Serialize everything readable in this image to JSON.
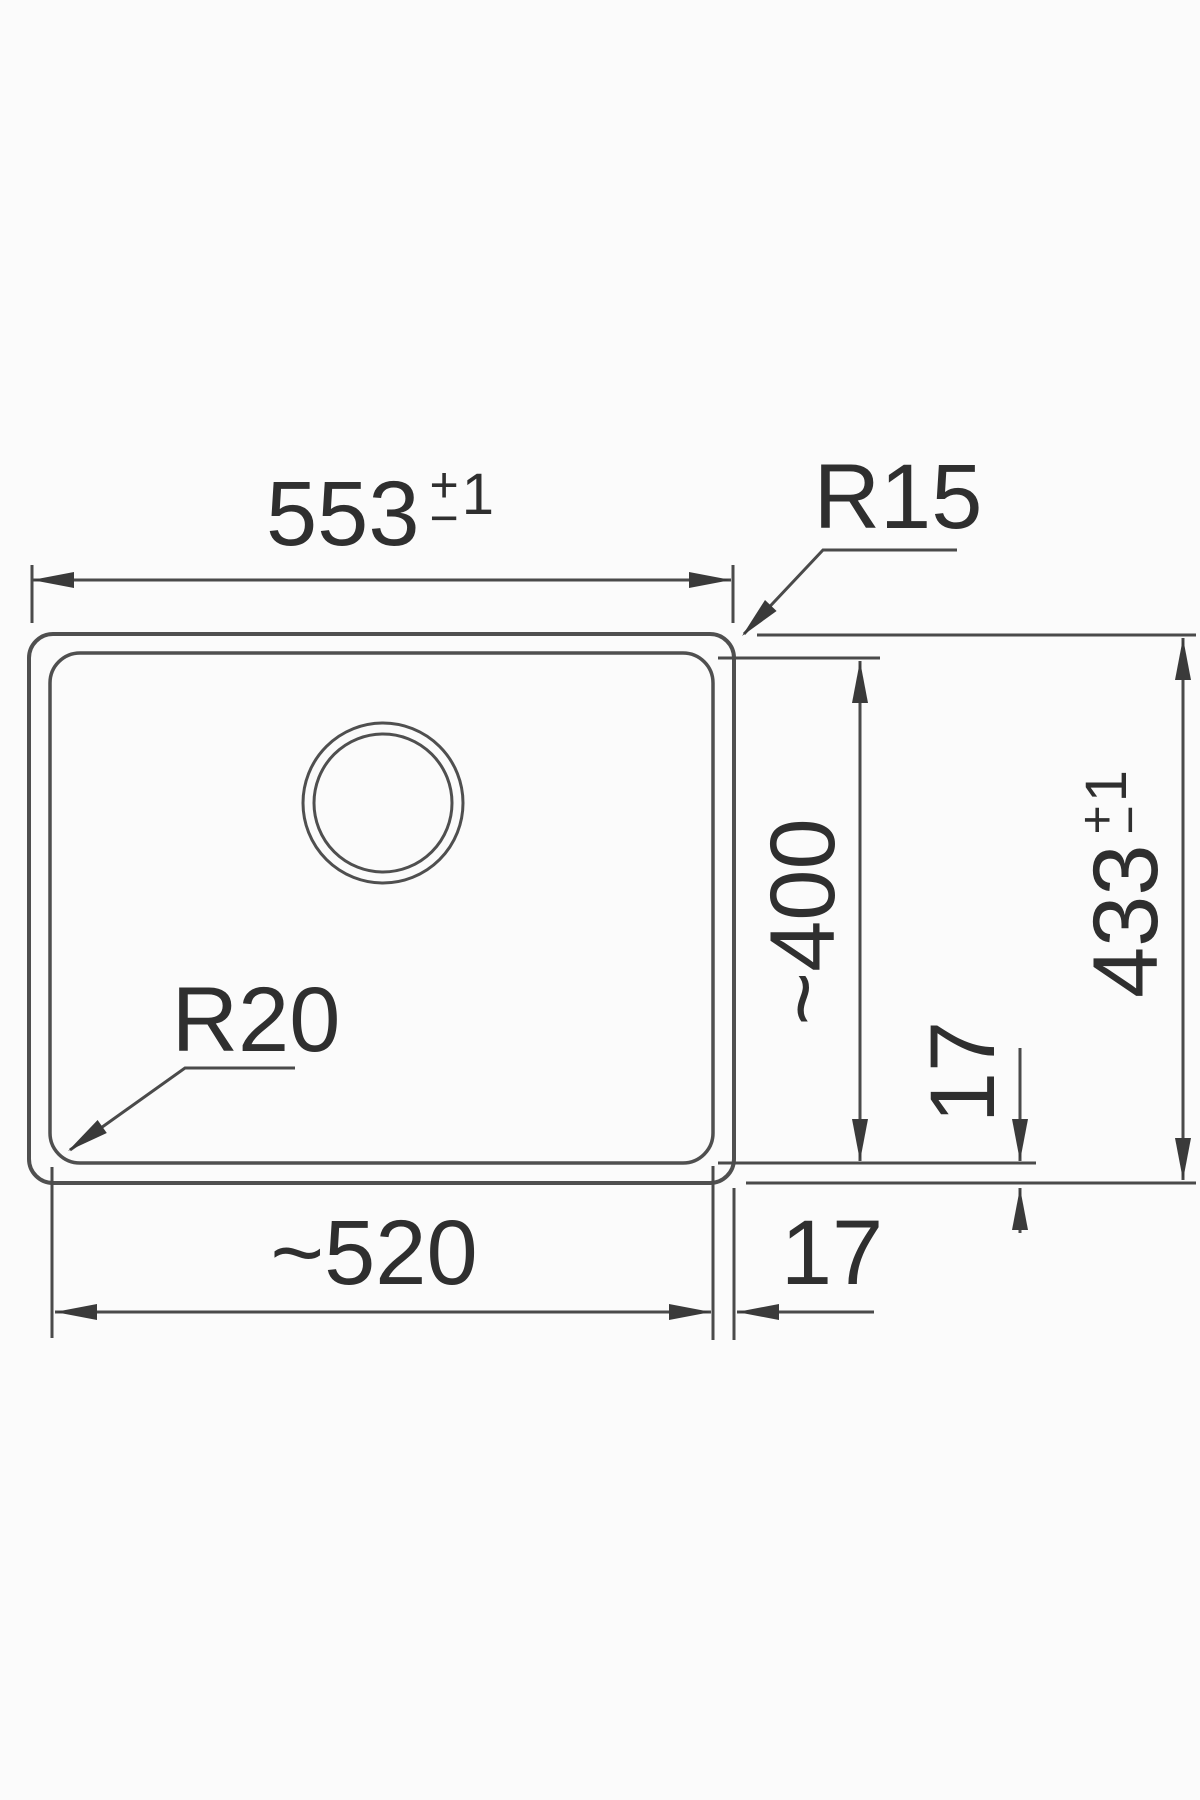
{
  "drawing_type": "sink-dimension-drawing",
  "colors": {
    "line": "#4a4a4a",
    "outline": "#4f4f4f",
    "text": "#2f2f2f",
    "background": "#fbfbfb"
  },
  "dimensions": {
    "top_width": {
      "value": "553",
      "tol_plus": "+",
      "tol_minus": "−",
      "tol_value": "1"
    },
    "outer_corner_radius": "R15",
    "bowl_depth": "~400",
    "overall_depth": {
      "value": "433",
      "tol_plus": "+",
      "tol_minus": "−",
      "tol_value": "1"
    },
    "rim_right": "17",
    "inner_corner_radius": "R20",
    "bowl_width": "~520",
    "rim_bottom": "17"
  }
}
